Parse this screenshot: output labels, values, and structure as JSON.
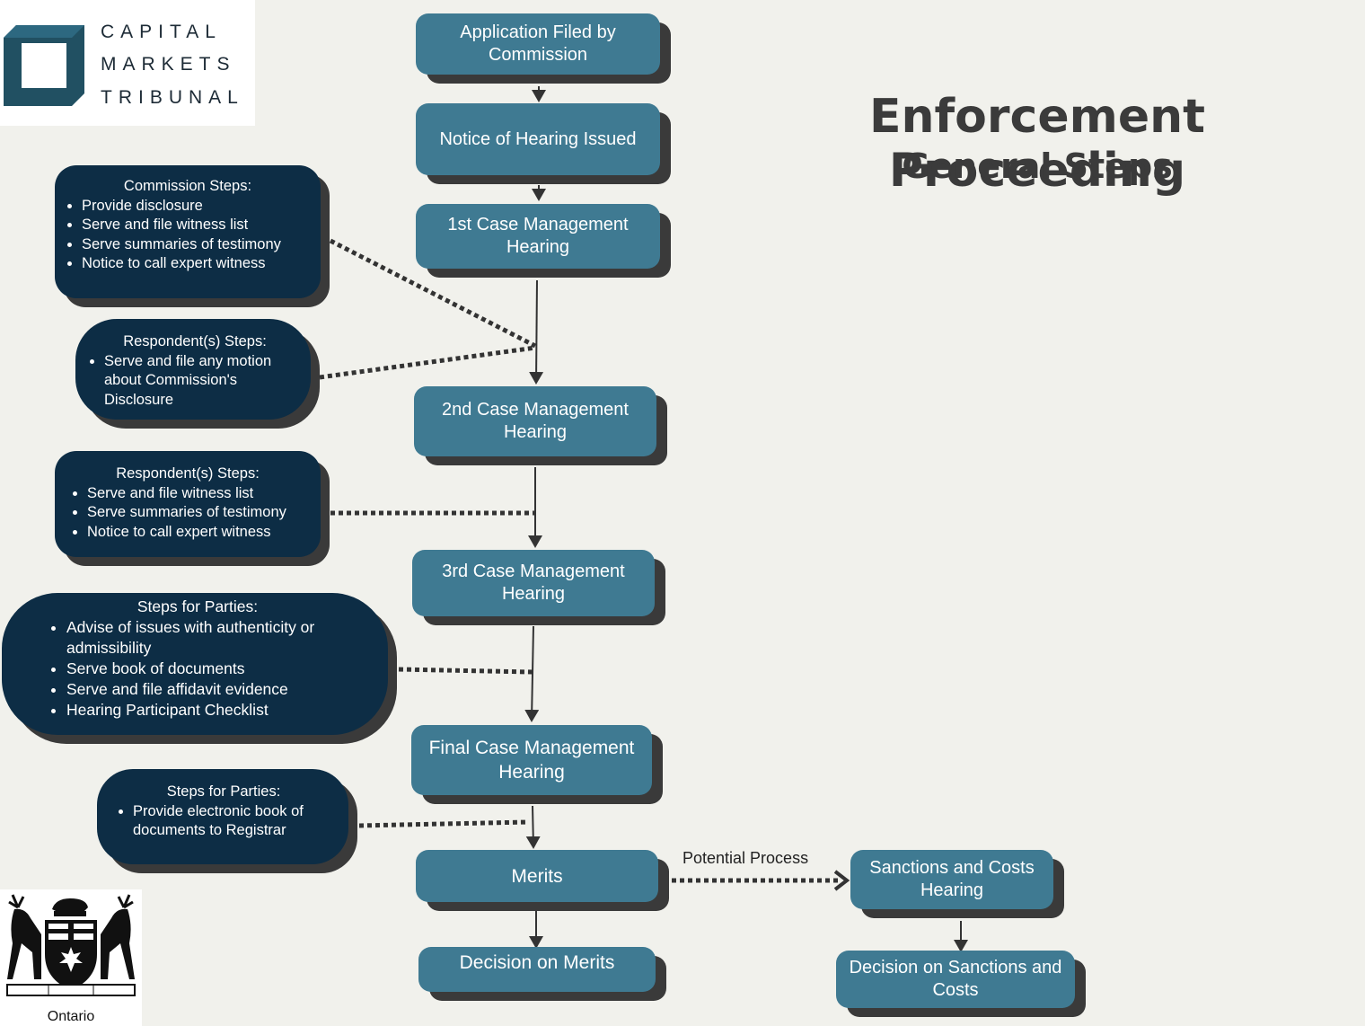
{
  "logo": {
    "lines": [
      "CAPITAL",
      "MARKETS",
      "TRIBUNAL"
    ]
  },
  "title": "Enforcement Proceeding",
  "subtitle": "General Steps",
  "steps": [
    "Application Filed by Commission",
    "Notice of Hearing Issued",
    "1st Case Management Hearing",
    "2nd Case Management Hearing",
    "3rd Case Management Hearing",
    "Final Case Management Hearing",
    "Merits",
    "Decision on Merits",
    "Sanctions and Costs Hearing",
    "Decision on Sanctions and Costs"
  ],
  "notes": [
    {
      "heading": "Commission Steps:",
      "items": [
        "Provide disclosure",
        "Serve and file witness list",
        "Serve summaries of testimony",
        "Notice to call expert witness"
      ]
    },
    {
      "heading": "Respondent(s) Steps:",
      "items": [
        "Serve and file any motion about Commission's Disclosure"
      ]
    },
    {
      "heading": "Respondent(s) Steps:",
      "items": [
        "Serve and file witness list",
        "Serve summaries of testimony",
        "Notice to call expert witness"
      ]
    },
    {
      "heading": "Steps for Parties:",
      "items": [
        "Advise of issues with authenticity or admissibility",
        "Serve book of documents",
        "Serve and file affidavit evidence",
        "Hearing Participant Checklist"
      ]
    },
    {
      "heading": "Steps for Parties:",
      "items": [
        "Provide electronic book of documents to Registrar"
      ]
    }
  ],
  "potential_process_label": "Potential Process",
  "ontario_label": "Ontario"
}
